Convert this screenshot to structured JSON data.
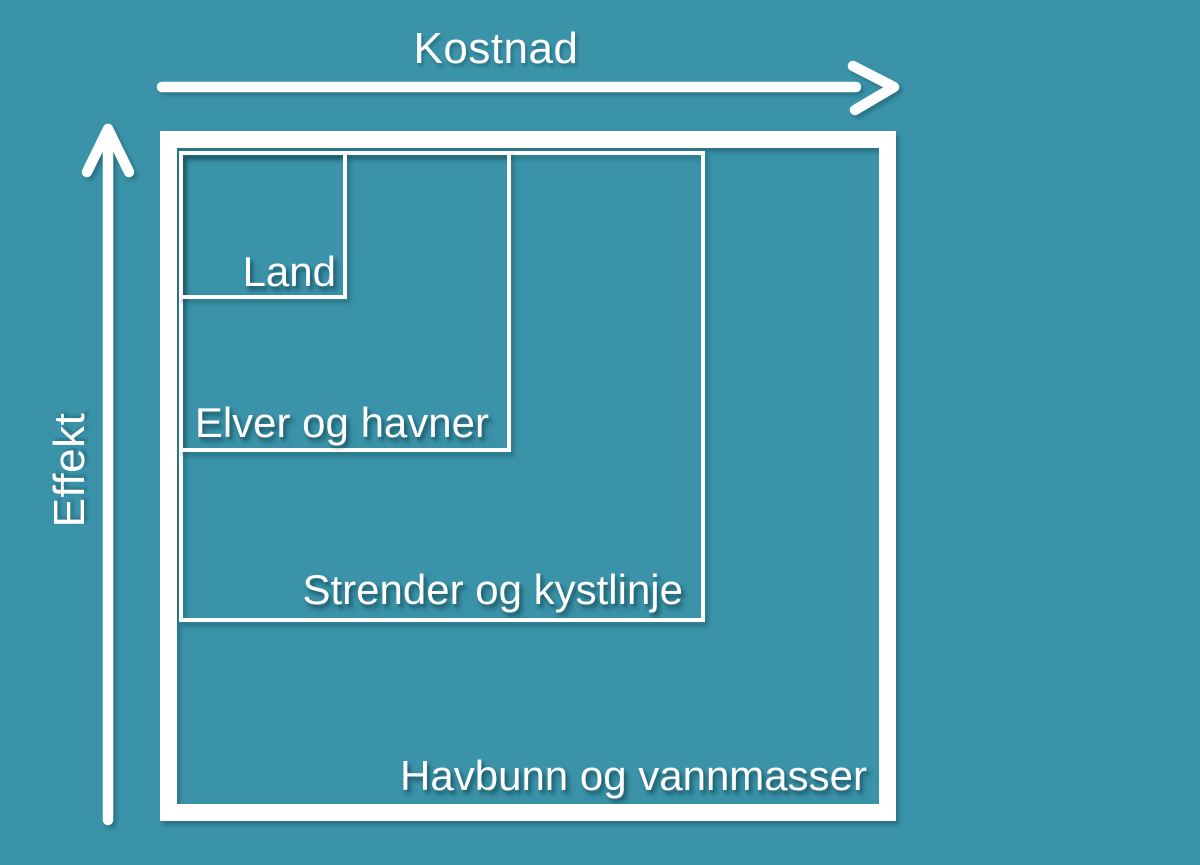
{
  "diagram": {
    "background_color": "#3A93A9",
    "line_color": "#FFFFFF",
    "text_color": "#FFFFFF",
    "x_axis_label": "Kostnad",
    "y_axis_label": "Effekt",
    "zones": [
      {
        "label": "Land"
      },
      {
        "label": "Elver og havner"
      },
      {
        "label": "Strender og kystlinje"
      },
      {
        "label": "Havbunn og vannmasser"
      }
    ]
  }
}
